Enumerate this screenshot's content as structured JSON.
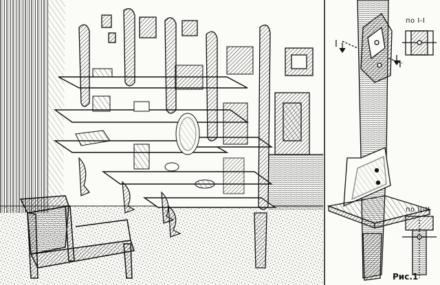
{
  "figure": {
    "label": "Рис.1",
    "section_1_label": "по I-I",
    "section_2_label": "по II-II",
    "cut_mark_left": "I",
    "cut_mark_right": "I"
  },
  "colors": {
    "ink": "#111111",
    "paper": "#fbfbf8",
    "wood_shade": "#5a5a5a"
  }
}
